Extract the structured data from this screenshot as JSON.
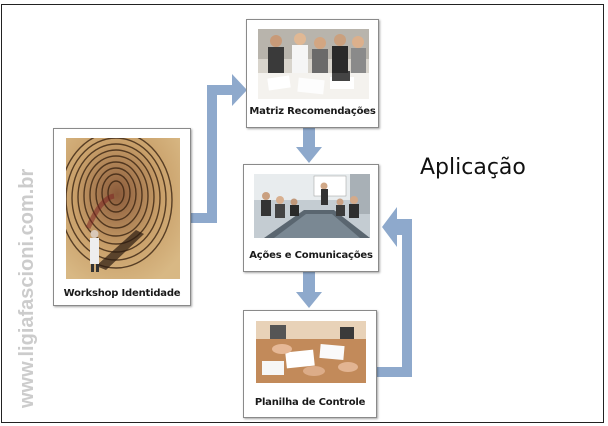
{
  "watermark": "www.ligiafascioni.com.br",
  "side_label": "Aplicação",
  "boxes": {
    "workshop": {
      "label": "Workshop Identidade"
    },
    "matriz": {
      "label": "Matriz Recomendações"
    },
    "acoes": {
      "label": "Ações e Comunicações"
    },
    "planilha": {
      "label": "Planilha de Controle"
    }
  },
  "colors": {
    "arrow": "#8ea9cc",
    "watermark": "#cccccc"
  }
}
